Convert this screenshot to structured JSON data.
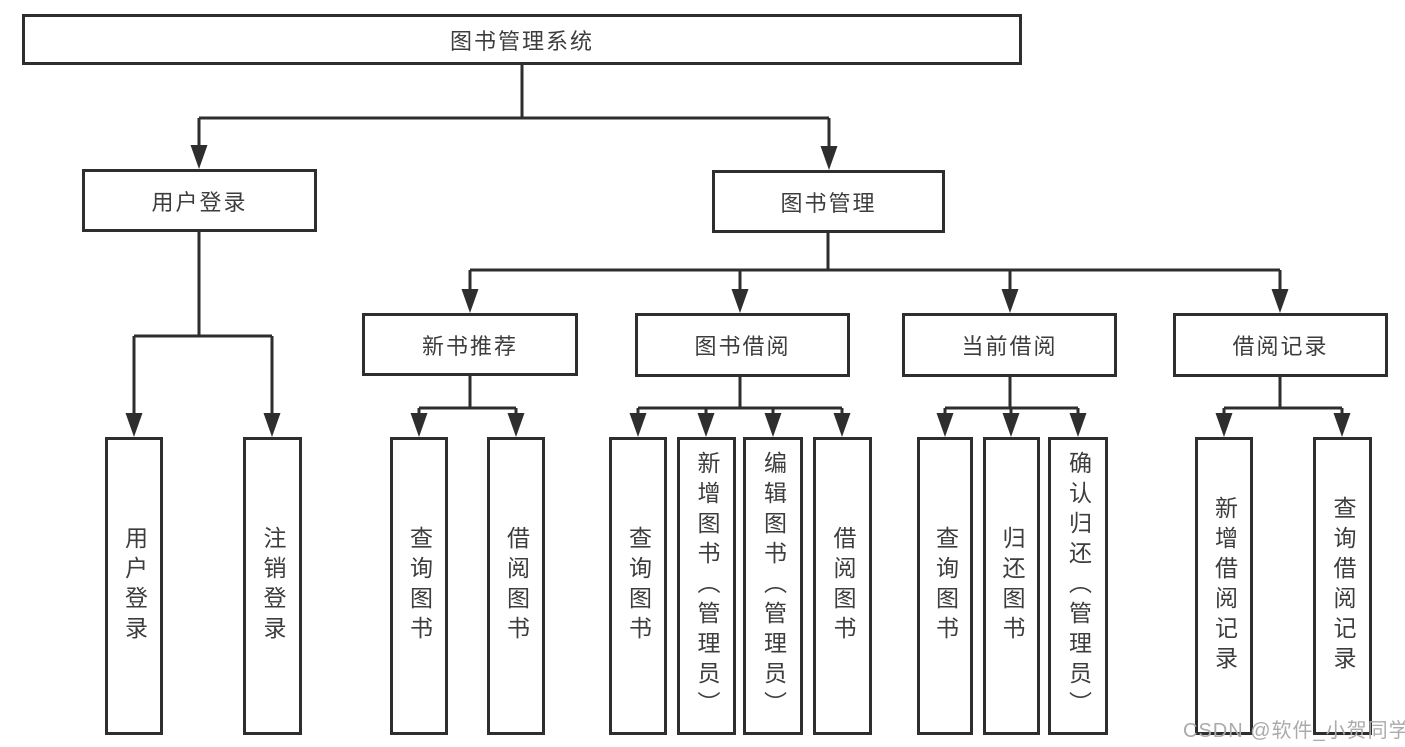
{
  "diagram": {
    "root": {
      "label": "图书管理系统"
    },
    "level2": [
      {
        "label": "用户登录"
      },
      {
        "label": "图书管理"
      }
    ],
    "level3": [
      {
        "label": "新书推荐"
      },
      {
        "label": "图书借阅"
      },
      {
        "label": "当前借阅"
      },
      {
        "label": "借阅记录"
      }
    ],
    "leaves": [
      {
        "parent": "用户登录",
        "label": "用户登录"
      },
      {
        "parent": "用户登录",
        "label": "注销登录"
      },
      {
        "parent": "新书推荐",
        "label": "查询图书"
      },
      {
        "parent": "新书推荐",
        "label": "借阅图书"
      },
      {
        "parent": "图书借阅",
        "label": "查询图书"
      },
      {
        "parent": "图书借阅",
        "label": "新增图书（管理员）"
      },
      {
        "parent": "图书借阅",
        "label": "编辑图书（管理员）"
      },
      {
        "parent": "图书借阅",
        "label": "借阅图书"
      },
      {
        "parent": "当前借阅",
        "label": "查询图书"
      },
      {
        "parent": "当前借阅",
        "label": "归还图书"
      },
      {
        "parent": "当前借阅",
        "label": "确认归还（管理员）"
      },
      {
        "parent": "借阅记录",
        "label": "新增借阅记录"
      },
      {
        "parent": "借阅记录",
        "label": "查询借阅记录"
      }
    ]
  },
  "colors": {
    "line": "#2e2e2e",
    "text": "#3d3d3d",
    "watermark": "#ababab",
    "background": "#ffffff"
  },
  "watermark": {
    "text": "CSDN @软件_小贺同学"
  }
}
